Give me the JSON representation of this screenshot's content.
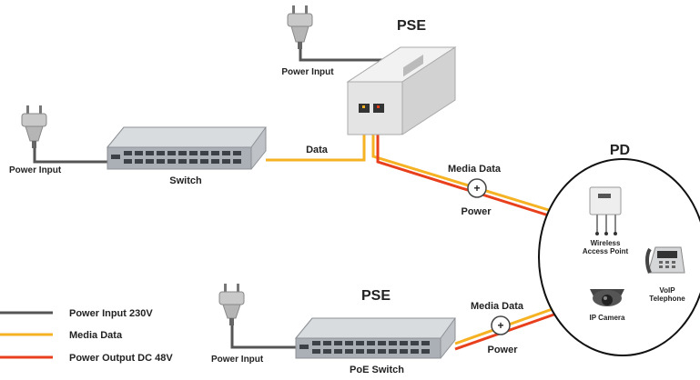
{
  "labels": {
    "pse_top": "PSE",
    "pse_bottom": "PSE",
    "pd": "PD",
    "power_input_top": "Power Input",
    "power_input_left": "Power Input",
    "power_input_bottom": "Power Input",
    "switch": "Switch",
    "poe_switch": "PoE Switch",
    "data": "Data",
    "media_data_top": "Media Data",
    "media_data_bottom": "Media Data",
    "power_top": "Power",
    "power_bottom": "Power",
    "plus": "+",
    "wireless_line1": "Wireless",
    "wireless_line2": "Access Point",
    "ip_camera": "IP Camera",
    "voip_line1": "VoIP",
    "voip_line2": "Telephone"
  },
  "legend": [
    {
      "label": "Power Input 230V",
      "color": "#555555"
    },
    {
      "label": "Media Data",
      "color": "#f5b223"
    },
    {
      "label": "Power Output DC 48V",
      "color": "#e8401c"
    }
  ],
  "colors": {
    "power_line": "#555555",
    "data_line": "#f5b223",
    "power_out_line": "#e8401c"
  }
}
